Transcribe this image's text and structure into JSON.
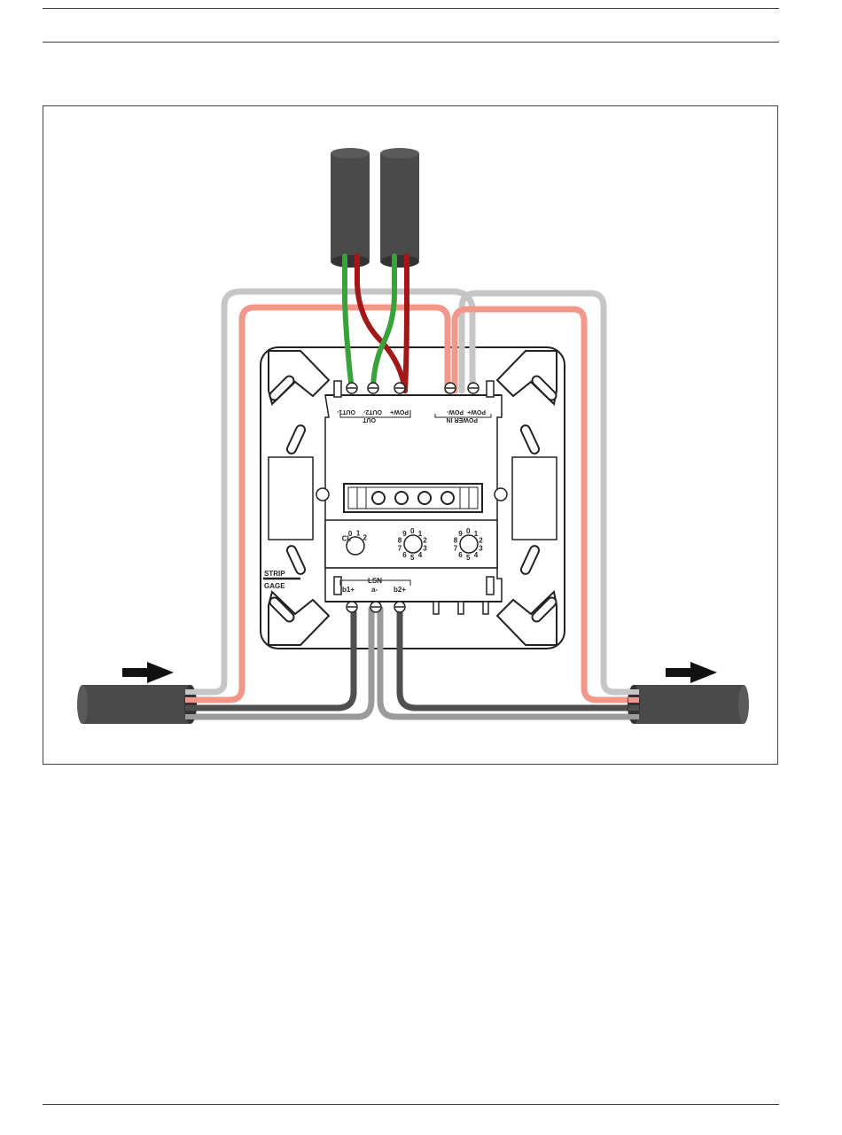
{
  "labels": {
    "out_terminals": [
      "OUT1-",
      "OUT2-",
      "POW+"
    ],
    "out_group": "OUT",
    "power_terminals": [
      "POW-",
      "POW+"
    ],
    "power_group": "POWER IN",
    "lsn_group": "LSN",
    "lsn_terminals": [
      "b1+",
      "a-",
      "b2+"
    ],
    "strip": "STRIP",
    "gage": "GAGE",
    "dial1_digits": [
      "CL",
      "0",
      "1",
      "2"
    ],
    "dial2_digits": [
      "0",
      "1",
      "2",
      "3",
      "4",
      "5",
      "6",
      "7",
      "8",
      "9"
    ],
    "dial3_digits": [
      "0",
      "1",
      "2",
      "3",
      "4",
      "5",
      "6",
      "7",
      "8",
      "9"
    ]
  },
  "colors": {
    "cable": "#4a4a4a",
    "wire_green": "#3aa23a",
    "wire_darkred": "#a01818",
    "wire_salmon": "#f2978a",
    "wire_lightgray": "#c6c6c6",
    "wire_darkgray": "#4f4f4f",
    "wire_midgray": "#9a9a9a",
    "outline": "#222222"
  },
  "icons": [
    "arrow-right-icon",
    "arrow-right-icon"
  ]
}
